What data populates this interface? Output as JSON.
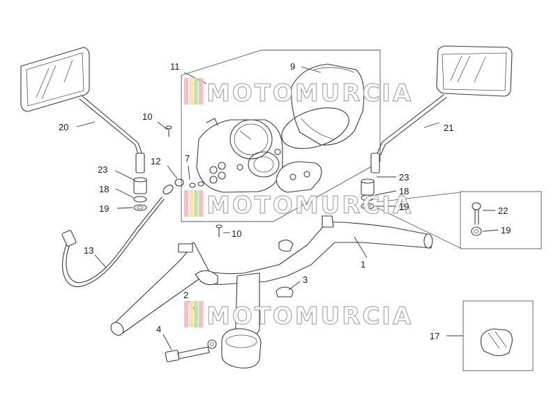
{
  "callouts": [
    "1",
    "2",
    "3",
    "4",
    "7",
    "9",
    "10",
    "10",
    "11",
    "12",
    "13",
    "17",
    "18",
    "18",
    "19",
    "19",
    "19",
    "20",
    "21",
    "22",
    "23",
    "23"
  ],
  "watermark": {
    "text": "MOTOMURCIA",
    "stripe_colors": [
      "#f5b8b8",
      "#f6e29a",
      "#b9dfb0",
      "#f5b8b8"
    ]
  },
  "colors": {
    "line": "#3a3a3a",
    "frame": "#555555"
  }
}
